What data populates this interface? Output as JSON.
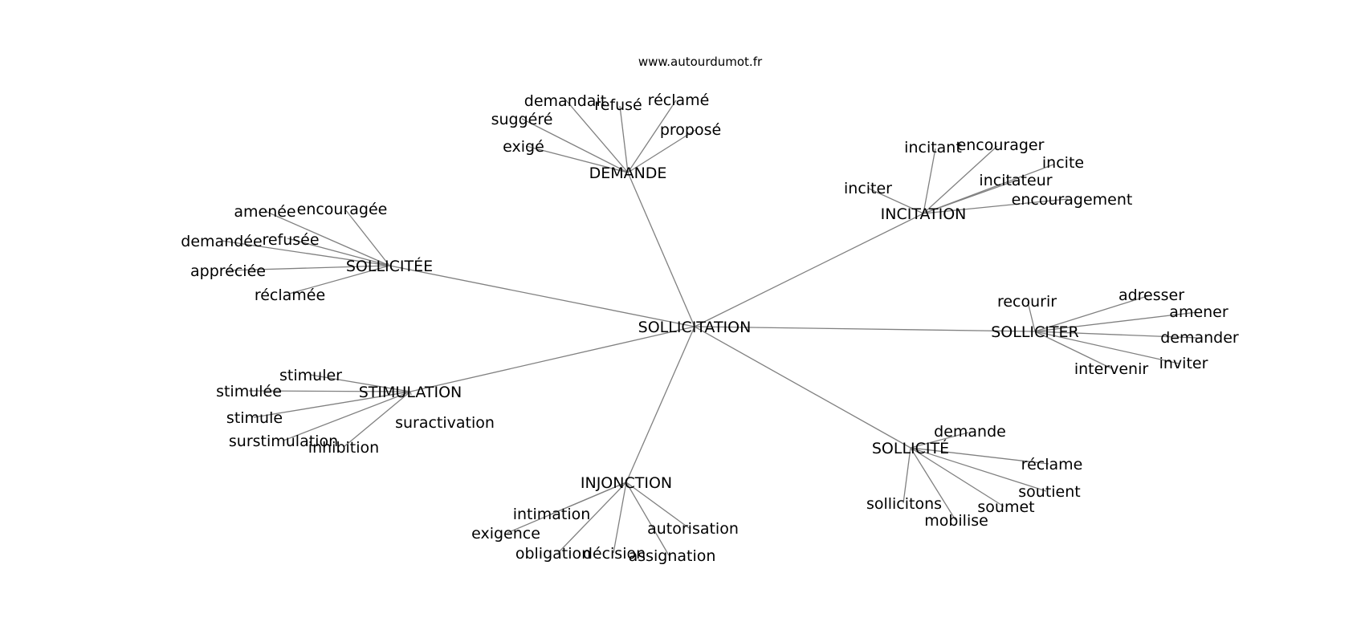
{
  "site": "www.autourdumot.fr",
  "graph": {
    "center": "SOLLICITATION",
    "clusters": [
      {
        "label": "DEMANDE",
        "leaves": [
          "demandait",
          "refusé",
          "réclamé",
          "suggéré",
          "proposé",
          "exigé"
        ]
      },
      {
        "label": "INCITATION",
        "leaves": [
          "incitant",
          "encourager",
          "incite",
          "inciter",
          "incitateur",
          "encouragement"
        ]
      },
      {
        "label": "SOLLICITÉE",
        "leaves": [
          "amenée",
          "encouragée",
          "demandée",
          "refusée",
          "appréciée",
          "réclamée"
        ]
      },
      {
        "label": "SOLLICITER",
        "leaves": [
          "recourir",
          "adresser",
          "amener",
          "demander",
          "inviter",
          "intervenir"
        ]
      },
      {
        "label": "STIMULATION",
        "leaves": [
          "stimuler",
          "stimulée",
          "stimule",
          "suractivation",
          "surstimulation",
          "inhibition"
        ]
      },
      {
        "label": "SOLLICITÉ",
        "leaves": [
          "demande",
          "réclame",
          "soutient",
          "soumet",
          "mobilise",
          "sollicitons"
        ]
      },
      {
        "label": "INJONCTION",
        "leaves": [
          "intimation",
          "exigence",
          "autorisation",
          "obligation",
          "décision",
          "assignation"
        ]
      }
    ]
  }
}
